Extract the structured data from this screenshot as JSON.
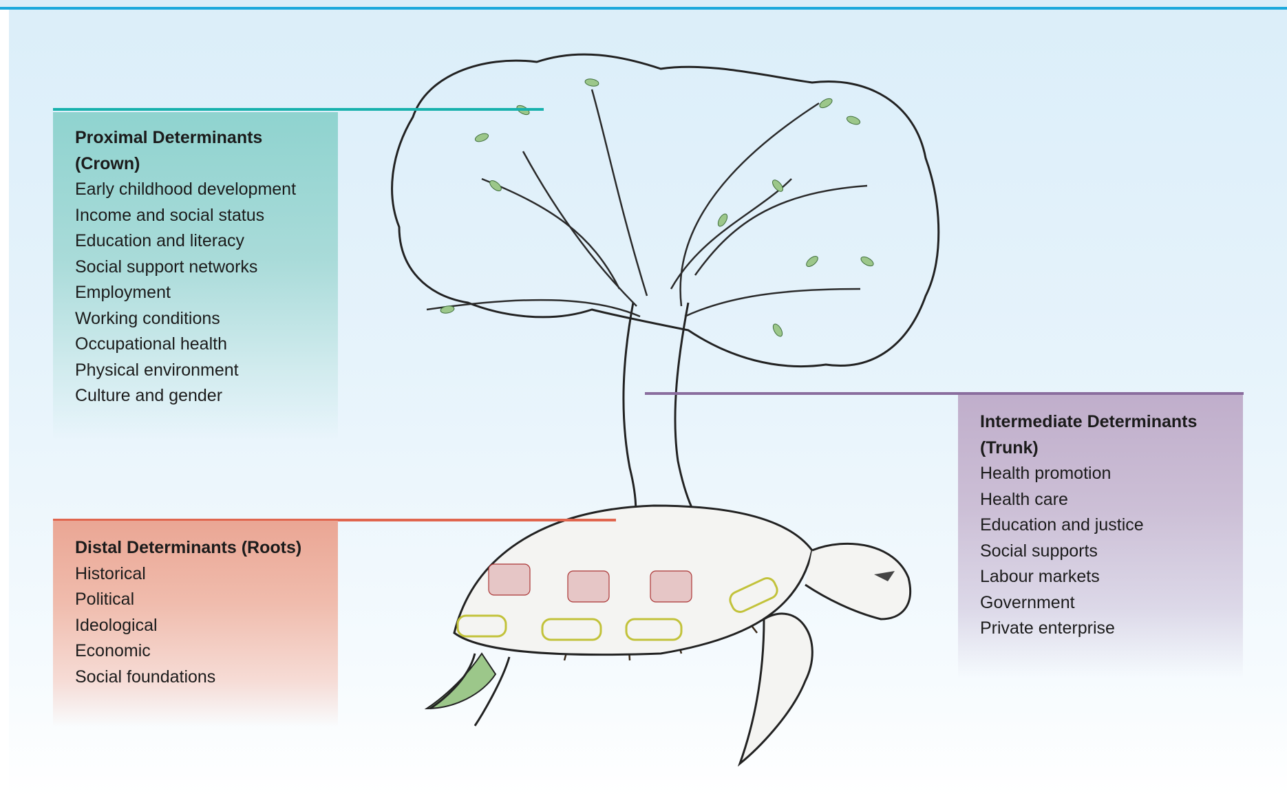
{
  "crown": {
    "title_line1": "Proximal Determinants",
    "title_line2": "(Crown)",
    "items": [
      "Early childhood development",
      "Income and social status",
      "Education and literacy",
      "Social support networks",
      "Employment",
      "Working conditions",
      "Occupational health",
      "Physical environment",
      "Culture and gender"
    ]
  },
  "trunk": {
    "title_line1": "Intermediate Determinants",
    "title_line2": "(Trunk)",
    "items": [
      "Health promotion",
      "Health care",
      "Education and justice",
      "Social supports",
      "Labour markets",
      "Government",
      "Private enterprise"
    ]
  },
  "roots": {
    "title": "Distal Determinants (Roots)",
    "items": [
      "Historical",
      "Political",
      "Ideological",
      "Economic",
      "Social foundations"
    ]
  },
  "colors": {
    "top_rule": "#1aa8dc",
    "crown": "#17b1ac",
    "trunk": "#8a6d9e",
    "roots": "#e0654e"
  }
}
